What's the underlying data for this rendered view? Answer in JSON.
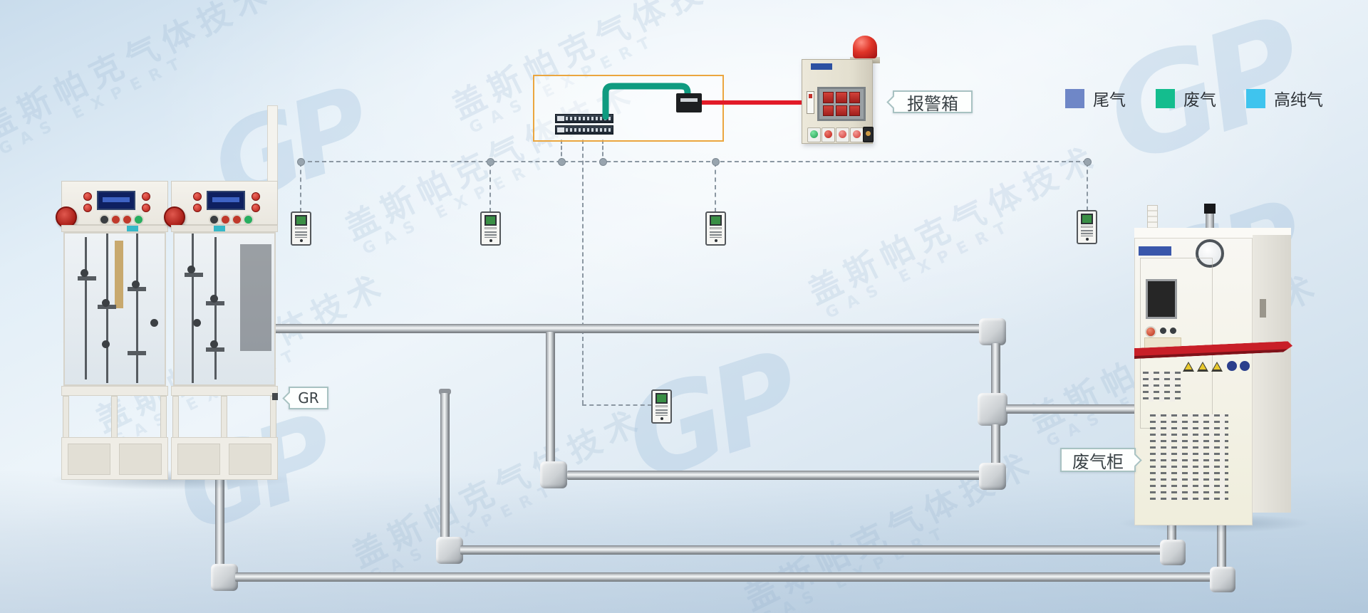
{
  "diagram": {
    "type": "gas-monitoring-system",
    "callouts": {
      "alarm_box": "报警箱",
      "gas_rack": "GR",
      "waste_gas_cabinet": "废气柜"
    },
    "legend": {
      "items": [
        {
          "label": "尾气",
          "color": "#6f87c7"
        },
        {
          "label": "废气",
          "color": "#14bd8e"
        },
        {
          "label": "高纯气",
          "color": "#3fc4ee"
        }
      ]
    },
    "watermark": {
      "logo": "GP",
      "brand": "盖斯帕克气体技术",
      "sub": "GAS EXPERT"
    },
    "devices": {
      "gas_detector_count": 5,
      "network_switch_count": 2,
      "gas_rack_unit_count": 2
    },
    "colors": {
      "network_cable": "#0f9b80",
      "alarm_cable": "#e21b28",
      "switch_box_border": "#eba63f",
      "beacon_red": "#d42522",
      "detector_screen": "#3a8f45",
      "red_stripe": "#c81f28",
      "dashed_line": "#8b97a2",
      "pipe_metal": "#c7cbd0"
    }
  }
}
